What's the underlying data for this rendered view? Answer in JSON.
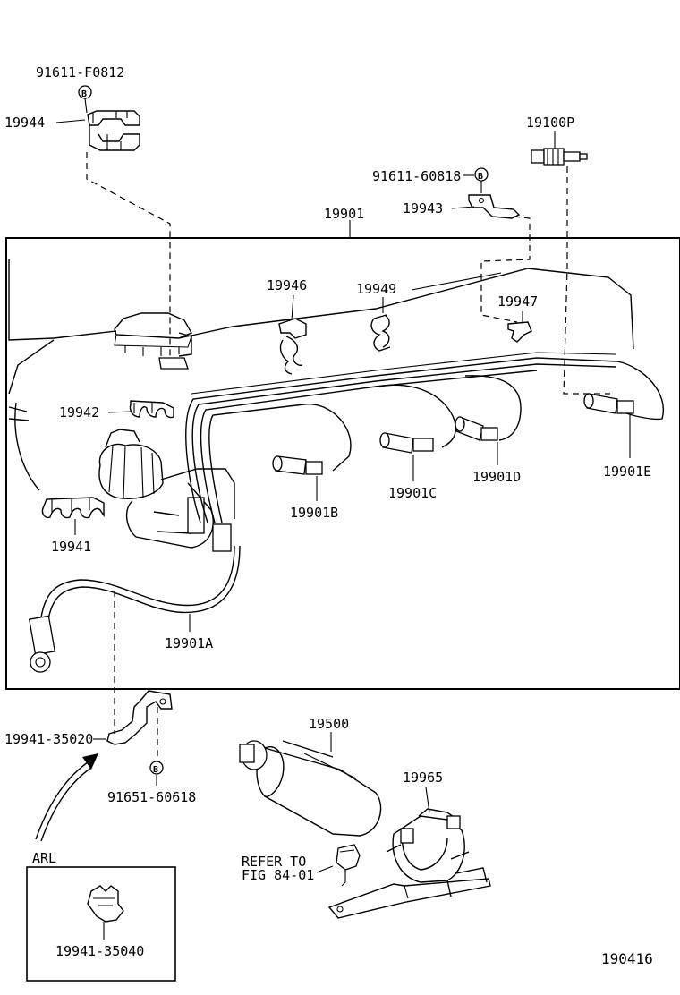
{
  "labels": {
    "bolt_top": "91611-F0812",
    "clamp_19944": "19944",
    "spark_plug": "19100P",
    "bolt_19943": "91611-60818",
    "clamp_19943": "19943",
    "cord_set": "19901",
    "holder_19946": "19946",
    "holder_19949": "19949",
    "holder_19947": "19947",
    "clamp_19942": "19942",
    "clamp_19941": "19941",
    "cord_a": "19901A",
    "cord_b": "19901B",
    "cord_c": "19901C",
    "cord_d": "19901D",
    "cord_e": "19901E",
    "clamp_35020": "19941-35020",
    "bolt_bottom": "91651-60618",
    "coil": "19500",
    "bracket": "19965",
    "refer_line1": "REFER TO",
    "refer_line2": "FIG 84-01",
    "variant": "ARL",
    "clamp_35040": "19941-35040",
    "figure_no": "190416"
  },
  "bolt_marker": "B"
}
